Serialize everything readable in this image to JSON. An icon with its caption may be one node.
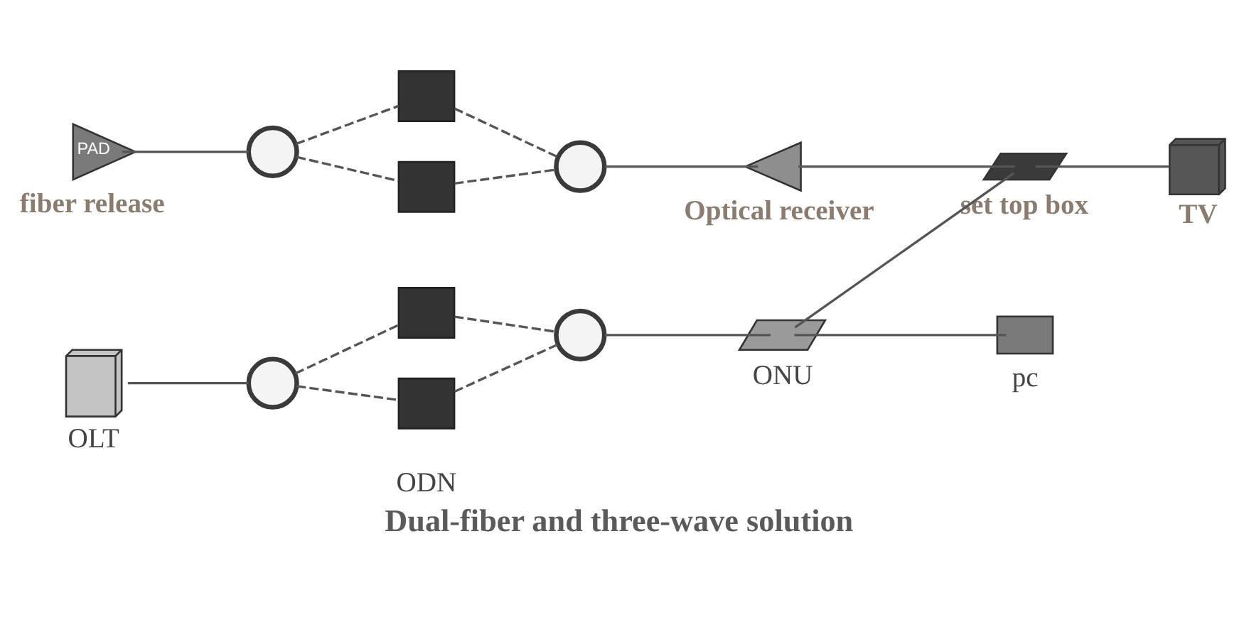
{
  "diagram": {
    "caption": "Dual-fiber and three-wave solution",
    "nodes": [
      {
        "text": [
          "PAD",
          "fiber release"
        ]
      },
      {
        "text": [],
        "shape": "circle"
      },
      {
        "text": [],
        "shape": "box"
      },
      {
        "text": [],
        "shape": "box"
      },
      {
        "text": [],
        "shape": "circle"
      },
      {
        "text": [
          "Optical receiver"
        ]
      },
      {
        "text": [
          "set top box"
        ]
      },
      {
        "text": [
          "TV"
        ]
      },
      {
        "text": [
          "OLT"
        ]
      },
      {
        "text": [],
        "shape": "circle"
      },
      {
        "text": [],
        "shape": "box"
      },
      {
        "text": [],
        "shape": "box"
      },
      {
        "text": [],
        "shape": "circle"
      },
      {
        "text": [
          "ONU"
        ]
      },
      {
        "text": [
          "pc"
        ]
      }
    ],
    "edges": [
      {
        "from": 0,
        "to": 1,
        "arrow": "none"
      },
      {
        "from": 1,
        "to": 2,
        "arrow": "none",
        "style": "dashed"
      },
      {
        "from": 1,
        "to": 3,
        "arrow": "none",
        "style": "dashed"
      },
      {
        "from": 2,
        "to": 4,
        "arrow": "none",
        "style": "dashed"
      },
      {
        "from": 3,
        "to": 4,
        "arrow": "none",
        "style": "dashed"
      },
      {
        "from": 4,
        "to": 5,
        "arrow": "none"
      },
      {
        "from": 5,
        "to": 6,
        "arrow": "none"
      },
      {
        "from": 6,
        "to": 7,
        "arrow": "none"
      },
      {
        "from": 8,
        "to": 9,
        "arrow": "none"
      },
      {
        "from": 9,
        "to": 10,
        "arrow": "none",
        "style": "dashed"
      },
      {
        "from": 9,
        "to": 11,
        "arrow": "none",
        "style": "dashed"
      },
      {
        "from": 10,
        "to": 12,
        "arrow": "none",
        "style": "dashed"
      },
      {
        "from": 11,
        "to": 12,
        "arrow": "none",
        "style": "dashed"
      },
      {
        "from": 12,
        "to": 13,
        "arrow": "none"
      },
      {
        "from": 13,
        "to": 14,
        "arrow": "none"
      },
      {
        "from": 13,
        "to": 6,
        "arrow": "none"
      }
    ],
    "labels": [
      "ODN"
    ]
  }
}
